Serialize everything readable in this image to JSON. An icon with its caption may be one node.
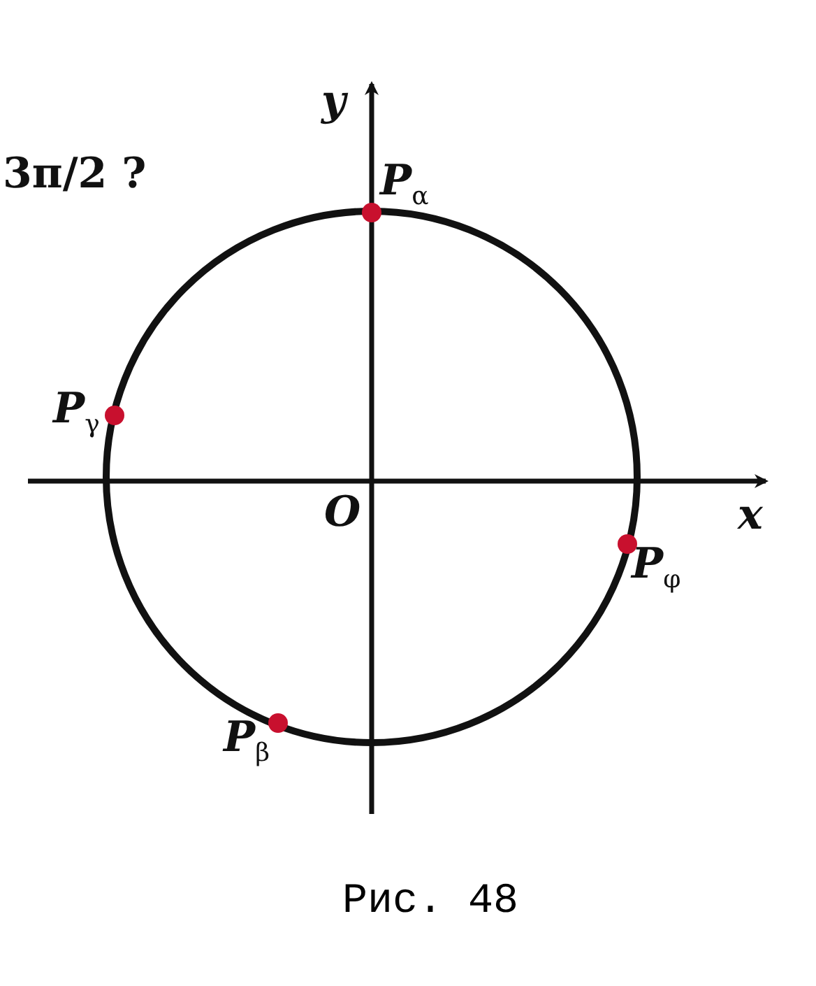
{
  "diagram": {
    "caption": "Рис. 48",
    "labels": [
      "3π/2 ?",
      "*y*",
      "*P*$_{α}$",
      "*P*$_{γ}$",
      "*O*",
      "*x*",
      "*P*$_{φ}$",
      "*P*$_{β}$"
    ]
  }
}
